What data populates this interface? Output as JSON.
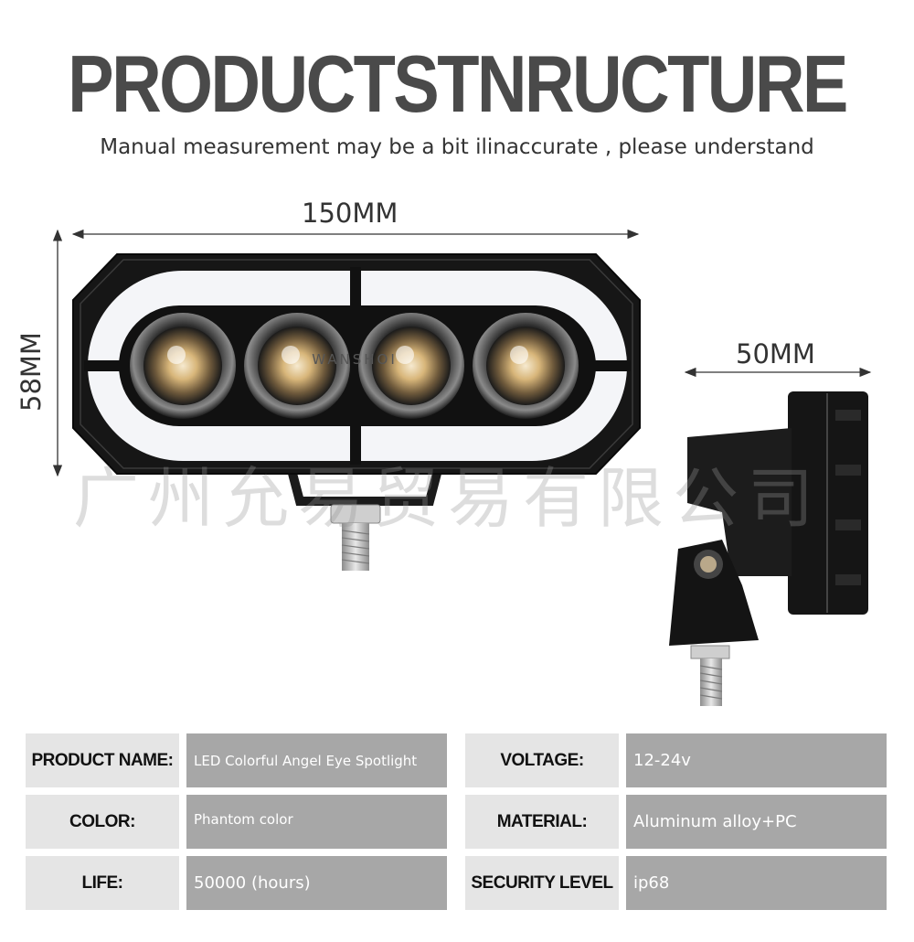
{
  "title": "PRODUCTSTNRUCTURE",
  "subtitle": "Manual measurement may be a bit ilinaccurate , please understand",
  "dimensions": {
    "width": "150MM",
    "height": "58MM",
    "depth": "50MM"
  },
  "watermark": "广州允易贸易有限公司",
  "lamp_logo": "WANSHOI",
  "specs": [
    {
      "label": "PRODUCT NAME:",
      "value": "LED Colorful Angel Eye Spotlight"
    },
    {
      "label": "VOLTAGE:",
      "value": "12-24v"
    },
    {
      "label": "COLOR:",
      "value": "Phantom color"
    },
    {
      "label": "MATERIAL:",
      "value": "Aluminum alloy+PC"
    },
    {
      "label": "LIFE:",
      "value": "50000 (hours)"
    },
    {
      "label": "SECURITY LEVEL",
      "value": "ip68"
    }
  ],
  "colors": {
    "title": "#4a4a4a",
    "label_bg": "#e5e5e5",
    "value_bg": "#a7a7a7"
  }
}
